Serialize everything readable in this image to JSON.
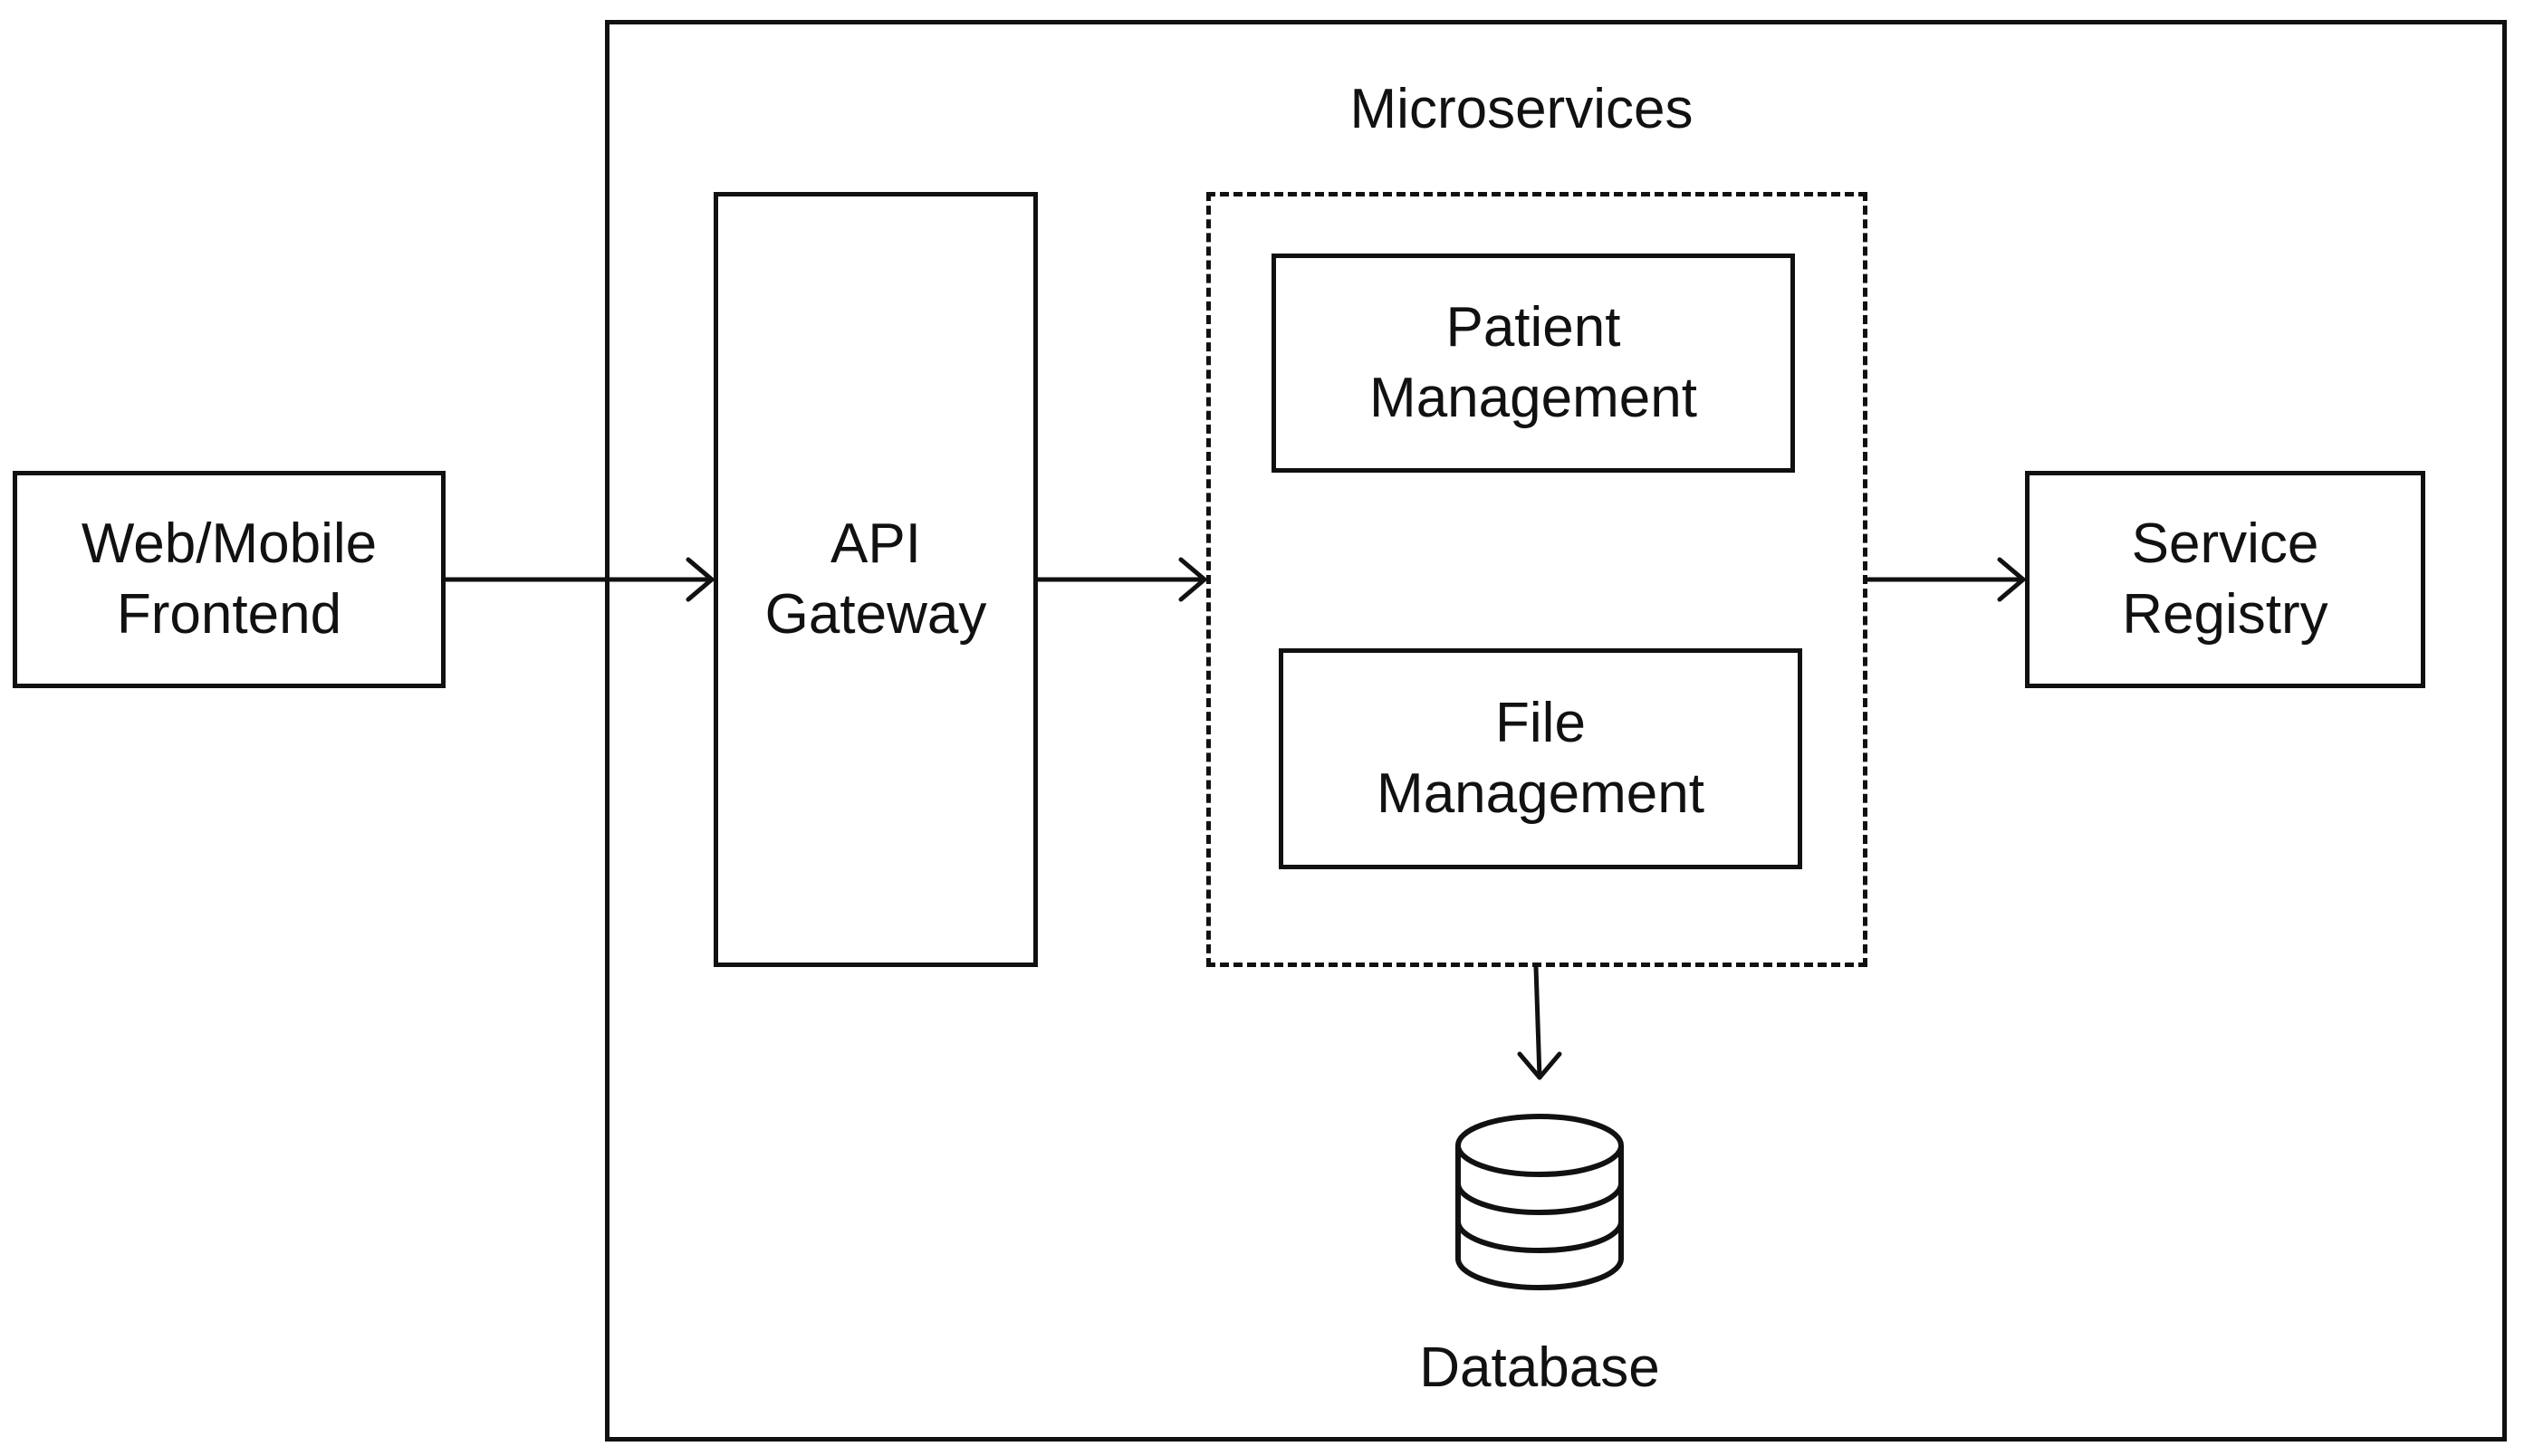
{
  "diagram": {
    "nodes": {
      "frontend": {
        "label": "Web/Mobile\nFrontend"
      },
      "gateway": {
        "label": "API\nGateway"
      },
      "patient": {
        "label": "Patient\nManagement"
      },
      "file": {
        "label": "File\nManagement"
      },
      "registry": {
        "label": "Service\nRegistry"
      },
      "database": {
        "label": "Database",
        "icon": "database-icon"
      }
    },
    "groups": {
      "microservices": {
        "label": "Microservices"
      }
    },
    "edges": [
      {
        "from": "frontend",
        "to": "gateway"
      },
      {
        "from": "gateway",
        "to": "microservices"
      },
      {
        "from": "microservices",
        "to": "registry"
      },
      {
        "from": "microservices",
        "to": "database"
      }
    ]
  }
}
